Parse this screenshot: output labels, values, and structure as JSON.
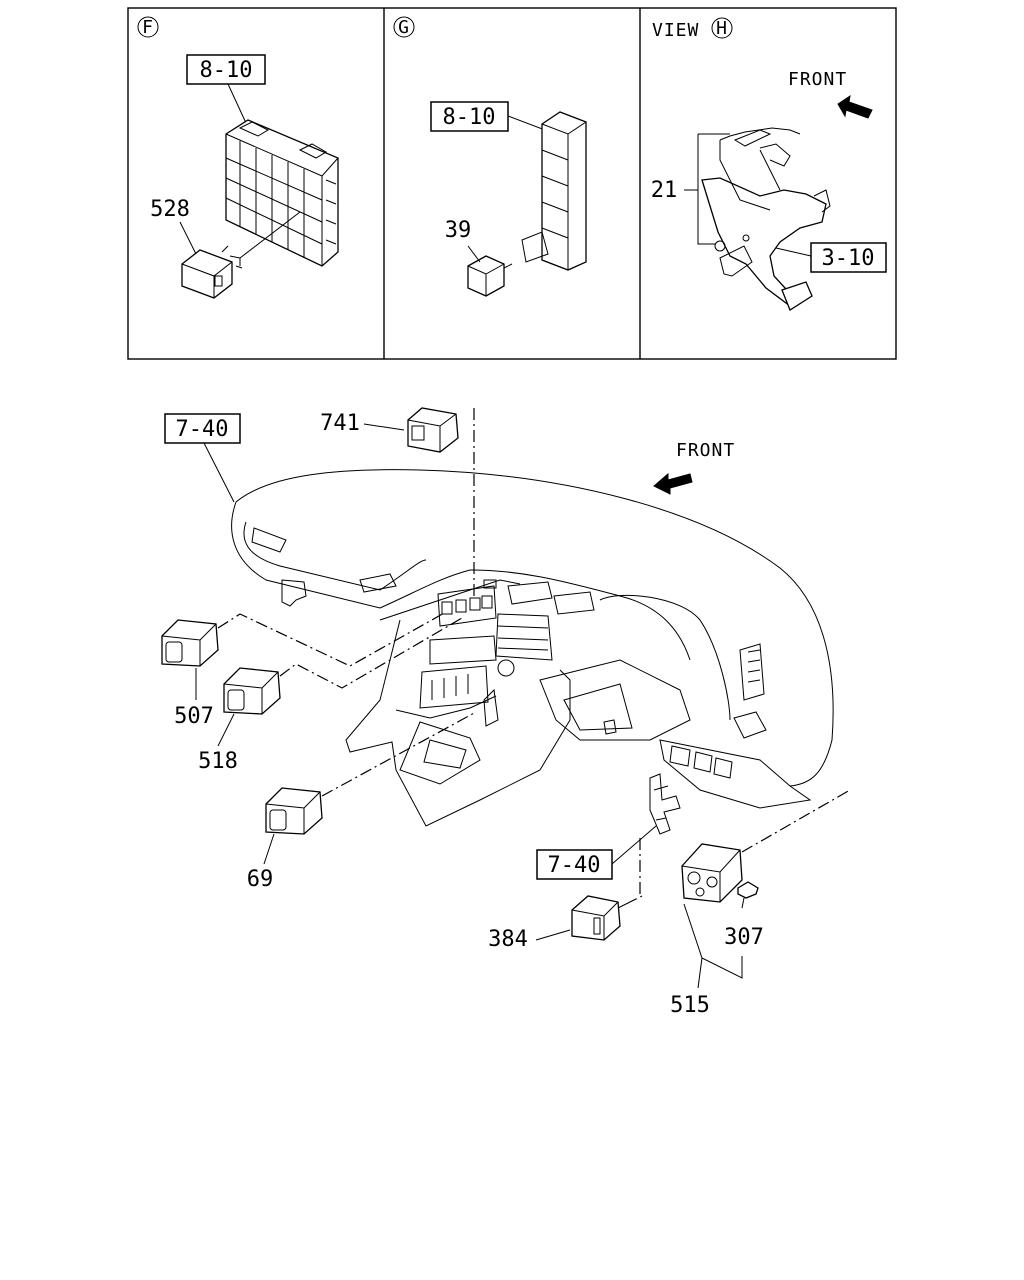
{
  "panels": {
    "f": {
      "marker": "F",
      "ref_box": "8-10",
      "part": "528"
    },
    "g": {
      "marker": "G",
      "ref_box": "8-10",
      "part": "39"
    },
    "h": {
      "view_word": "VIEW",
      "marker": "H",
      "front": "FRONT",
      "part": "21",
      "ref_box": "3-10"
    }
  },
  "main": {
    "ref_top": "7-40",
    "front": "FRONT",
    "ref_bottom": "7-40",
    "parts": [
      "741",
      "507",
      "518",
      "69",
      "384",
      "307",
      "515"
    ]
  }
}
